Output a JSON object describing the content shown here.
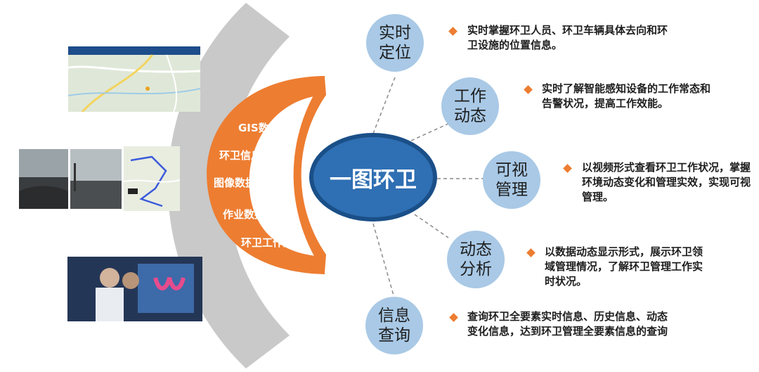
{
  "center_label": "一图环卫",
  "arc_items": [
    "GIS数据更新",
    "环卫信息查询",
    "图像数据处理",
    "作业数据同步",
    "环卫工作监管"
  ],
  "nodes": [
    {
      "label": "实时定位",
      "desc": "实时掌握环卫人员、环卫车辆具体去向和环卫设施的位置信息。"
    },
    {
      "label": "工作动态",
      "desc": "实时了解智能感知设备的工作常态和告警状况，提高工作效能。"
    },
    {
      "label": "可视管理",
      "desc": "以视频形式查看环卫工作状况，掌握环境动态变化和管理实效，实现可视管理。"
    },
    {
      "label": "动态分析",
      "desc": "以数据动态显示形式，展示环卫领域管理情况，了解环卫管理工作实时状况。"
    },
    {
      "label": "信息查询",
      "desc": "查询环卫全要素实时信息、历史信息、动态变化信息，达到环卫管理全要素信息的查询"
    }
  ],
  "colors": {
    "gray_arc": "#c9c9c9",
    "orange_arc": "#ed7d31",
    "center_fill": "#2f6fb3",
    "node_fill": "#a9c9e6",
    "bullet": "#ed7d31"
  },
  "images": [
    {
      "name": "map-screenshot"
    },
    {
      "name": "dashcam-image-1"
    },
    {
      "name": "dashcam-image-2"
    },
    {
      "name": "gps-track-map"
    },
    {
      "name": "people-at-touchscreen-photo"
    }
  ]
}
